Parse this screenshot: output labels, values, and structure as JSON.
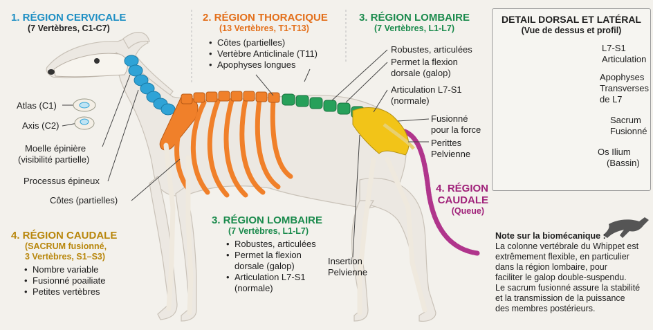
{
  "cervical": {
    "title": "1. RÉGION CERVICALE",
    "subtitle": "(7 Vertèbres, C1-C7)"
  },
  "thoracic": {
    "title": "2. RÉGION THORACIQUE",
    "subtitle": "(13 Vertèbres, T1-T13)",
    "bullets": [
      "Côtes (partielles)",
      "Vertèbre Anticlinale (T11)",
      "Apophyses longues"
    ]
  },
  "lumbar_top": {
    "title": "3. RÉGION LOMBAIRE",
    "subtitle": "(7 Vertèbres, L1-L7)"
  },
  "lumbar_callouts": [
    "Robustes, articulées",
    "Permet la flexion",
    "dorsale (galop)",
    "Articulation L7-S1",
    "(normale)"
  ],
  "left_labels": {
    "atlas": "Atlas (C1)",
    "axis": "Axis (C2)",
    "spinal1": "Moelle épinière",
    "spinal2": "(visibilité partielle)",
    "spinous": "Processus épineux",
    "ribs": "Côtes (partielles)"
  },
  "sacral": {
    "title": "4. RÉGION CAUDALE",
    "subtitle1": "(SACRUM fusionné,",
    "subtitle2": "3 Vertèbres, S1–S3)",
    "bullets": [
      "Nombre variable",
      "Fusionné poailiate",
      "Petites vertèbres"
    ]
  },
  "lumbar_mid": {
    "title": "3. RÉGION LOMBAIRE",
    "subtitle": "(7 Vertèbres, L1-L7)",
    "bullets": [
      "Robustes, articulées",
      "Permet la flexion\ndorsale (galop)",
      "Articulation L7-S1\n(normale)"
    ]
  },
  "insertion": {
    "line1": "Insertion",
    "line2": "Pelvienne"
  },
  "fused": {
    "line1": "Fusionné",
    "line2": "pour la force",
    "line3": "Perittes",
    "line4": "Pelvienne"
  },
  "caudal": {
    "line1": "4. RÉGION",
    "line2": "CAUDALE",
    "line3": "(Queue)"
  },
  "detail": {
    "title": "DETAIL DORSAL ET LATÉRAL",
    "subtitle": "(Vue de dessus et profil)",
    "l7_1": "L7-S1",
    "l7_2": "Articulation",
    "apo1": "Apophyses",
    "apo2": "Transverses",
    "apo3": "de L7",
    "sac1": "Sacrum",
    "sac2": "Fusionné",
    "os1": "Os Ilium",
    "os2": "(Bassin)"
  },
  "note": {
    "title": "Note sur la biomécanique :",
    "lines": [
      "La colonne vertébrale du Whippet est",
      "extrêmement flexible, en particulier",
      "dans la région lombaire, pour",
      "faciliter le galop double-suspendu.",
      "Le sacrum fusionné assure la stabilité",
      "et la transmission de la puissance",
      "des membres postérieurs."
    ]
  },
  "colors": {
    "cervical": "#2fa3d6",
    "thoracic": "#f0802a",
    "lumbar": "#27a05a",
    "sacrum": "#f2c418",
    "caudal": "#b0358c"
  }
}
